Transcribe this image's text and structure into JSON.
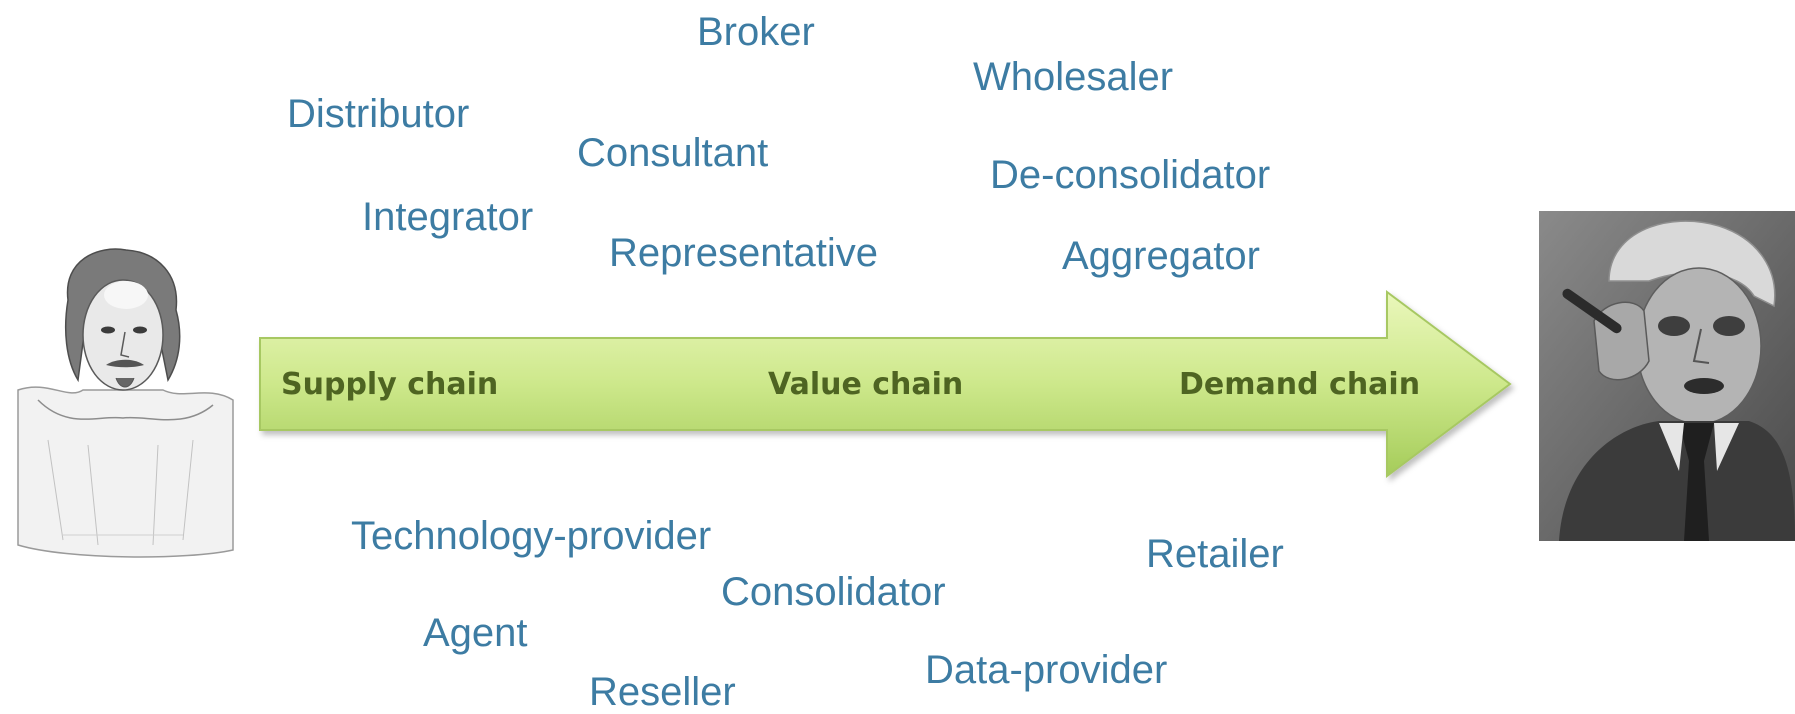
{
  "roles": {
    "broker": "Broker",
    "wholesaler": "Wholesaler",
    "distributor": "Distributor",
    "consultant": "Consultant",
    "de_consolidator": "De-consolidator",
    "integrator": "Integrator",
    "representative": "Representative",
    "aggregator": "Aggregator",
    "technology_provider": "Technology-provider",
    "retailer": "Retailer",
    "consolidator": "Consolidator",
    "agent": "Agent",
    "data_provider": "Data-provider",
    "reseller": "Reseller"
  },
  "chain": {
    "supply": "Supply chain",
    "value": "Value chain",
    "demand": "Demand chain"
  },
  "colors": {
    "role_text": "#3d7ca3",
    "arrow_fill_top": "#e6f5b4",
    "arrow_fill_bottom": "#a9cf5c",
    "arrow_stroke": "#9cbf55",
    "chain_text": "#4e6422"
  },
  "images": {
    "left": "engraved-portrait-shakespeare",
    "right": "photo-portrait-man-with-cigar"
  }
}
